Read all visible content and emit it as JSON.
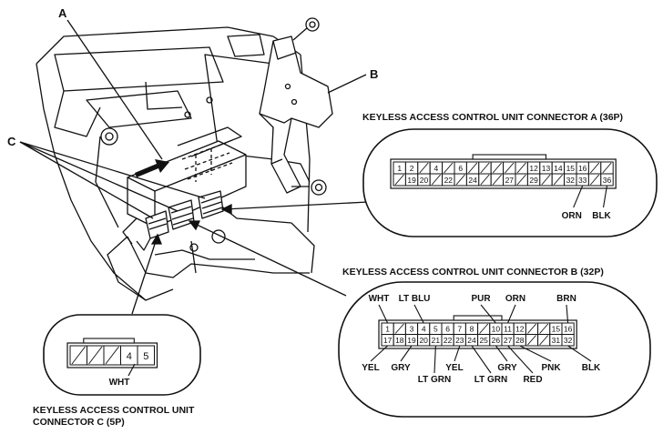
{
  "callouts": {
    "a": "A",
    "b": "B",
    "c": "C"
  },
  "connector_a": {
    "title": "KEYLESS ACCESS CONTROL UNIT CONNECTOR A (36P)",
    "row1": [
      "1",
      "2",
      "",
      "4",
      "",
      "6",
      "",
      "",
      "",
      "",
      "",
      "12",
      "13",
      "14",
      "15",
      "16",
      "",
      ""
    ],
    "row2": [
      "",
      "19",
      "20",
      "",
      "22",
      "",
      "24",
      "",
      "",
      "27",
      "",
      "29",
      "",
      "",
      "32",
      "33",
      "",
      "36"
    ],
    "wires": [
      {
        "label": "ORN",
        "pin": "33"
      },
      {
        "label": "BLK",
        "pin": "36"
      }
    ]
  },
  "connector_b": {
    "title": "KEYLESS ACCESS CONTROL UNIT CONNECTOR B (32P)",
    "row1": [
      "1",
      "",
      "3",
      "4",
      "5",
      "6",
      "7",
      "8",
      "",
      "10",
      "11",
      "12",
      "",
      "",
      "15",
      "16"
    ],
    "row2": [
      "17",
      "18",
      "19",
      "20",
      "21",
      "22",
      "23",
      "24",
      "25",
      "26",
      "27",
      "28",
      "",
      "",
      "31",
      "32"
    ],
    "top_wires": [
      "WHT",
      "LT BLU",
      "PUR",
      "ORN",
      "BRN"
    ],
    "bottom_wires": [
      "YEL",
      "GRY",
      "LT GRN",
      "YEL",
      "LT GRN",
      "GRY",
      "RED",
      "PNK",
      "BLK"
    ]
  },
  "connector_c": {
    "title_line1": "KEYLESS ACCESS CONTROL UNIT",
    "title_line2": "CONNECTOR C (5P)",
    "cells": [
      "",
      "",
      "",
      "4",
      "5"
    ],
    "wire": "WHT"
  }
}
